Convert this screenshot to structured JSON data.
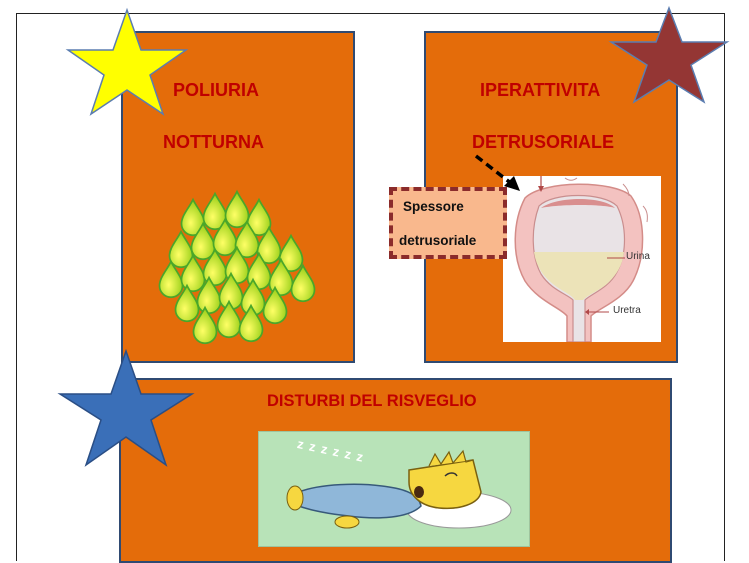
{
  "panels": {
    "polyuria": {
      "line1": "POLIURIA",
      "line2": "NOTTURNA"
    },
    "overactivity": {
      "line1": "IPERATTIVITA",
      "line2": "DETRUSORIALE"
    },
    "awakening": {
      "title": "DISTURBI DEL RISVEGLIO"
    }
  },
  "callout": {
    "line1": "Spessore",
    "line2": "detrusoriale"
  },
  "bladder_labels": {
    "urine": "Urina",
    "urethra": "Uretra"
  },
  "sleep_text": "z z z z z z",
  "colors": {
    "panel_fill": "#e46c0a",
    "panel_border": "#2f4a72",
    "title_red": "#c00000",
    "star_yellow": "#ffff00",
    "star_darkred": "#943634",
    "star_blue": "#3a6fb8",
    "callout_fill": "#f9b88d",
    "callout_border": "#8b2b2b"
  }
}
